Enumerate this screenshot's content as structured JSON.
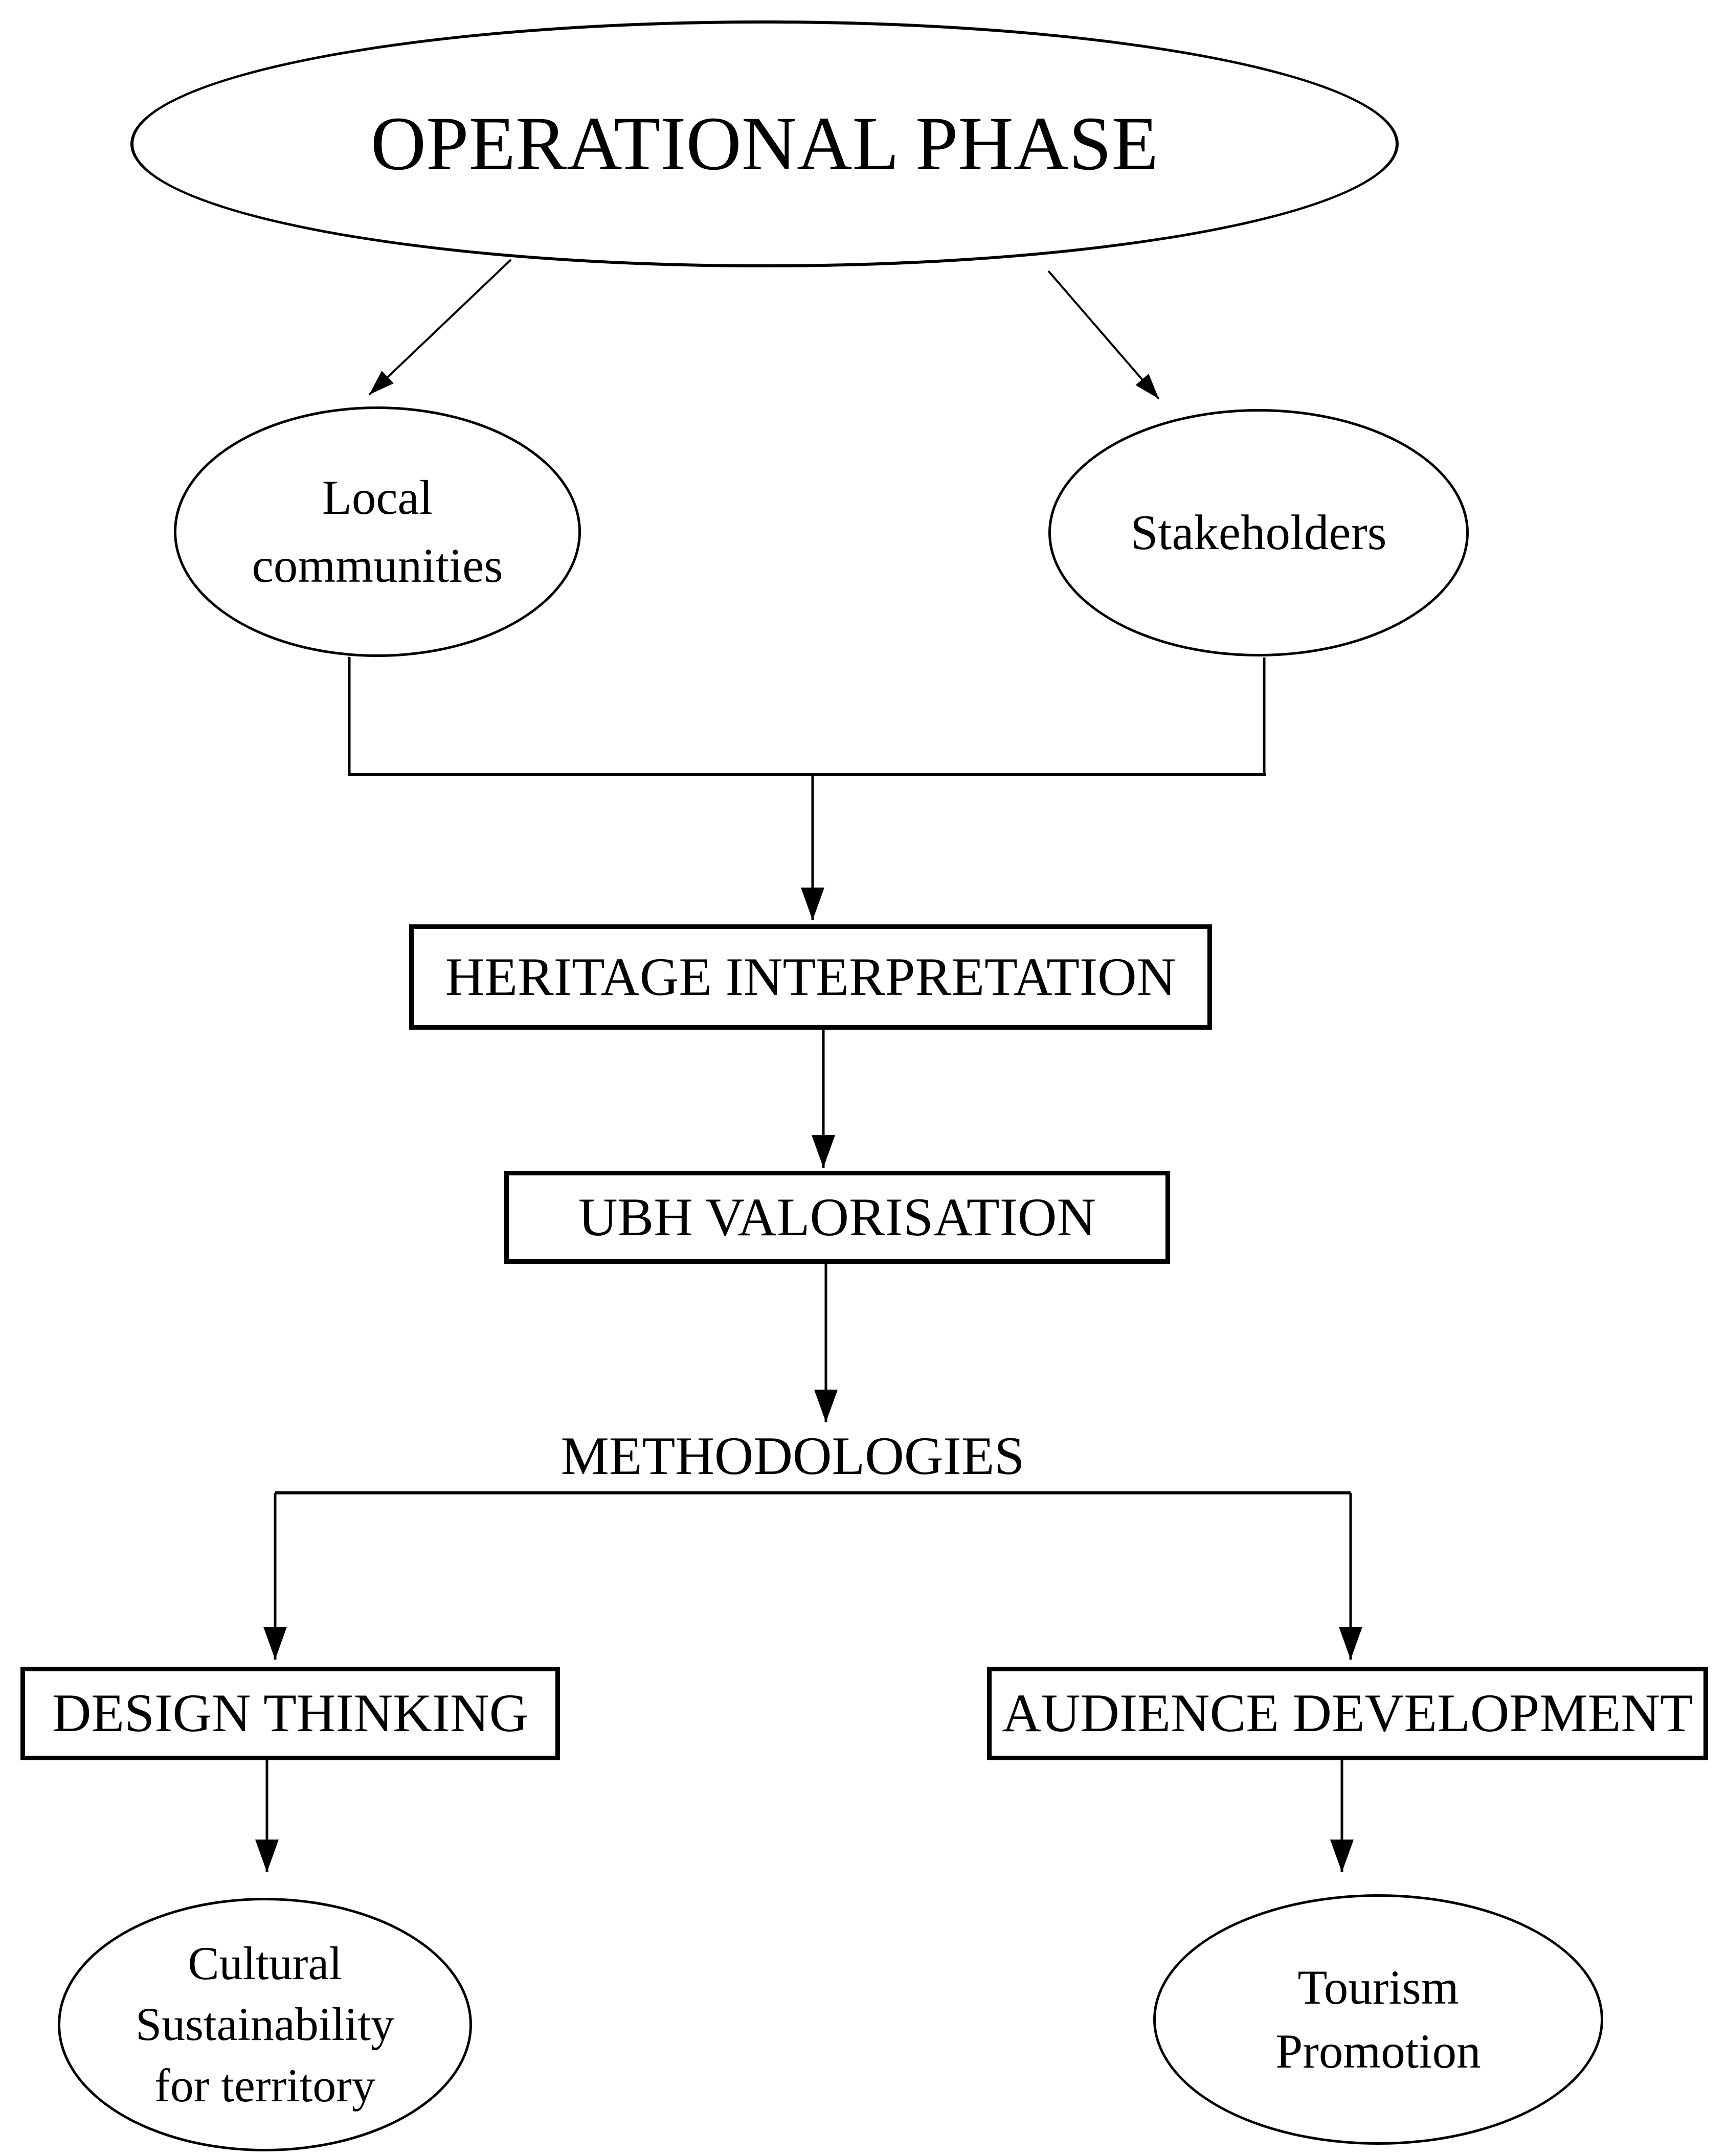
{
  "diagram": {
    "nodes": {
      "operational_phase": {
        "label": "OPERATIONAL PHASE"
      },
      "local_communities": {
        "line1": "Local",
        "line2": "communities"
      },
      "stakeholders": {
        "label": "Stakeholders"
      },
      "heritage_interpretation": {
        "label": "HERITAGE INTERPRETATION"
      },
      "ubh_valorisation": {
        "label": "UBH VALORISATION"
      },
      "methodologies": {
        "label": "METHODOLOGIES"
      },
      "design_thinking": {
        "label": "DESIGN THINKING"
      },
      "audience_development": {
        "label": "AUDIENCE DEVELOPMENT"
      },
      "cultural_sustainability": {
        "line1": "Cultural",
        "line2": "Sustainability",
        "line3": "for territory"
      },
      "tourism_promotion": {
        "line1": "Tourism",
        "line2": "Promotion"
      }
    },
    "edges": [
      {
        "from": "operational_phase",
        "to": "local_communities",
        "arrow": true
      },
      {
        "from": "operational_phase",
        "to": "stakeholders",
        "arrow": true
      },
      {
        "from": "local_communities",
        "to": "heritage_interpretation",
        "arrow": true,
        "via": "merge-bar"
      },
      {
        "from": "stakeholders",
        "to": "heritage_interpretation",
        "arrow": true,
        "via": "merge-bar"
      },
      {
        "from": "heritage_interpretation",
        "to": "ubh_valorisation",
        "arrow": true
      },
      {
        "from": "ubh_valorisation",
        "to": "methodologies",
        "arrow": true
      },
      {
        "from": "methodologies",
        "to": "design_thinking",
        "arrow": true,
        "via": "branch-bar"
      },
      {
        "from": "methodologies",
        "to": "audience_development",
        "arrow": true,
        "via": "branch-bar"
      },
      {
        "from": "design_thinking",
        "to": "cultural_sustainability",
        "arrow": true
      },
      {
        "from": "audience_development",
        "to": "tourism_promotion",
        "arrow": true
      }
    ],
    "colors": {
      "ink": "#000000",
      "background": "#ffffff"
    }
  }
}
